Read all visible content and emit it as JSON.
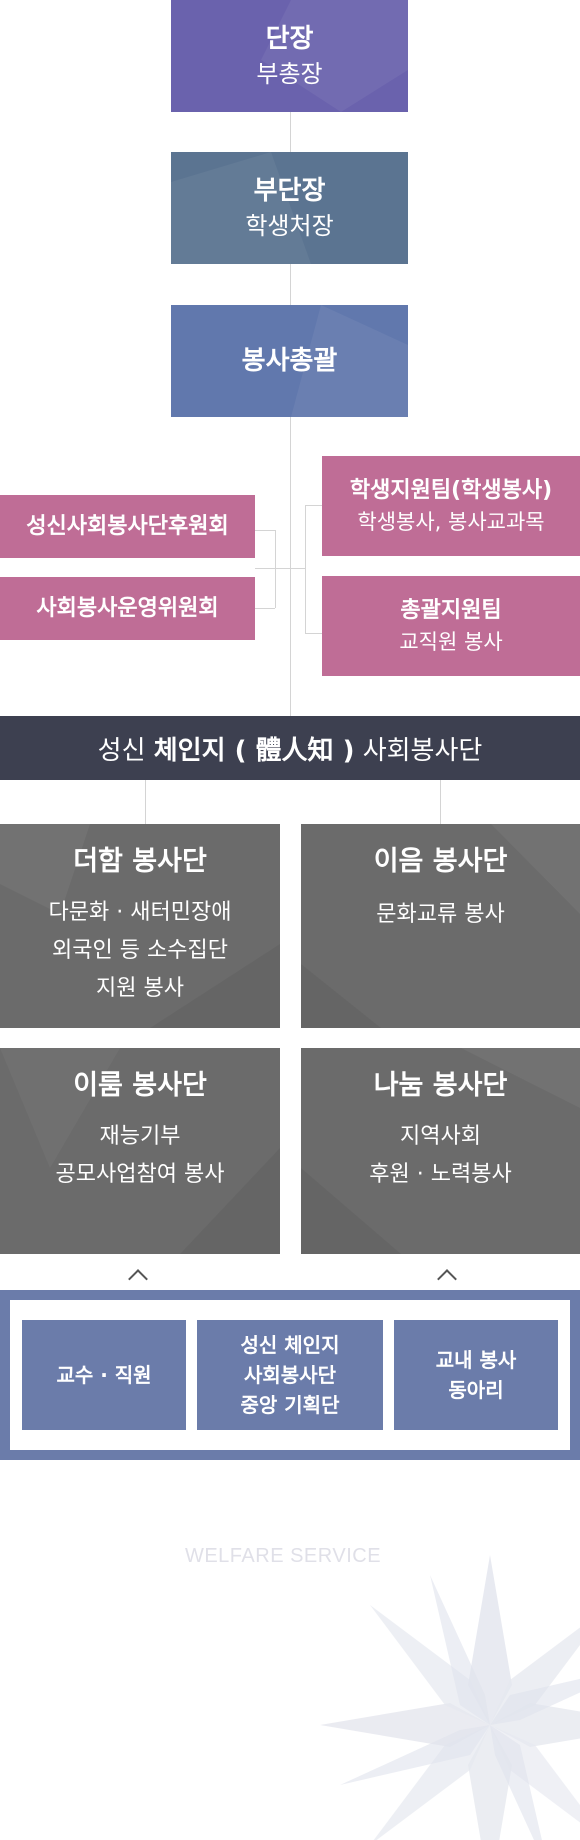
{
  "org": {
    "leader": {
      "title": "단장",
      "sub": "부총장"
    },
    "vice_leader": {
      "title": "부단장",
      "sub": "학생처장"
    },
    "general": {
      "title": "봉사총괄"
    },
    "left_committees": [
      "성신사회봉사단후원회",
      "사회봉사운영위원회"
    ],
    "right_teams": [
      {
        "title": "학생지원팀(학생봉사)",
        "sub": "학생봉사, 봉사교과목"
      },
      {
        "title": "총괄지원팀",
        "sub": "교직원 봉사"
      }
    ]
  },
  "banner": {
    "pre": "성신 ",
    "bold": "체인지 ( 體人知 )",
    "post": " 사회봉사단"
  },
  "groups": [
    {
      "title": "더함 봉사단",
      "lines": [
        "다문화 · 새터민장애",
        "외국인 등 소수집단",
        "지원 봉사"
      ]
    },
    {
      "title": "이음 봉사단",
      "lines": [
        "문화교류 봉사"
      ]
    },
    {
      "title": "이룸 봉사단",
      "lines": [
        "재능기부",
        "공모사업참여 봉사"
      ]
    },
    {
      "title": "나눔 봉사단",
      "lines": [
        "지역사회",
        "후원 · 노력봉사"
      ]
    }
  ],
  "members": [
    {
      "lines": [
        "교수 · 직원"
      ]
    },
    {
      "lines": [
        "성신 체인지",
        "사회봉사단",
        "중앙 기획단"
      ]
    },
    {
      "lines": [
        "교내 봉사",
        "동아리"
      ]
    }
  ],
  "watermark": "WELFARE SERVICE",
  "colors": {
    "leader": "#6a62ad",
    "vice_leader": "#5b7491",
    "general": "#6178ad",
    "pink": "#bf6d96",
    "banner": "#3d4050",
    "group_grey": "#6b6b6b",
    "member_blue": "#6b7caa"
  }
}
